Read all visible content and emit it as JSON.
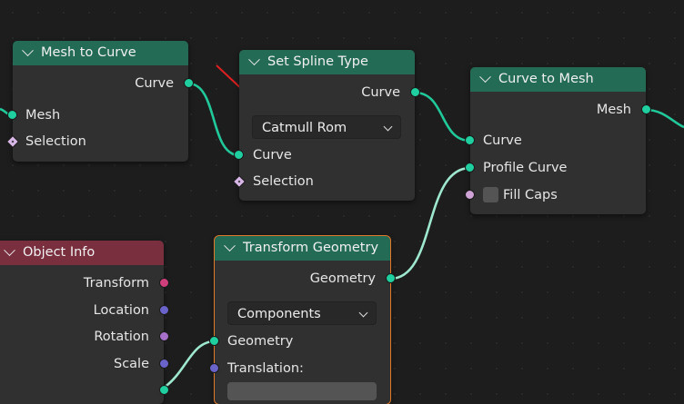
{
  "nodes": {
    "mesh_to_curve": {
      "title": "Mesh to Curve",
      "outputs": {
        "curve": "Curve"
      },
      "inputs": {
        "mesh": "Mesh",
        "selection": "Selection"
      }
    },
    "set_spline_type": {
      "title": "Set Spline Type",
      "outputs": {
        "curve": "Curve"
      },
      "spline_type": "Catmull Rom",
      "inputs": {
        "curve": "Curve",
        "selection": "Selection"
      }
    },
    "curve_to_mesh": {
      "title": "Curve to Mesh",
      "outputs": {
        "mesh": "Mesh"
      },
      "inputs": {
        "curve": "Curve",
        "profile_curve": "Profile Curve",
        "fill_caps": "Fill Caps"
      }
    },
    "object_info": {
      "title": "Object Info",
      "outputs": {
        "transform": "Transform",
        "location": "Location",
        "rotation": "Rotation",
        "scale": "Scale"
      }
    },
    "transform_geometry": {
      "title": "Transform Geometry",
      "outputs": {
        "geometry": "Geometry"
      },
      "mode": "Components",
      "inputs": {
        "geometry": "Geometry",
        "translation": "Translation:"
      }
    }
  },
  "colors": {
    "socket_geometry": "#1fcf9f",
    "socket_matrix": "#cf3f7b",
    "socket_vector": "#6a63c9",
    "socket_rotation": "#a670c9",
    "socket_boolean": "#cfa3d6",
    "header_geometry": "#246b55",
    "header_input": "#7a2f3f",
    "annotation_arrow": "#e02020"
  }
}
